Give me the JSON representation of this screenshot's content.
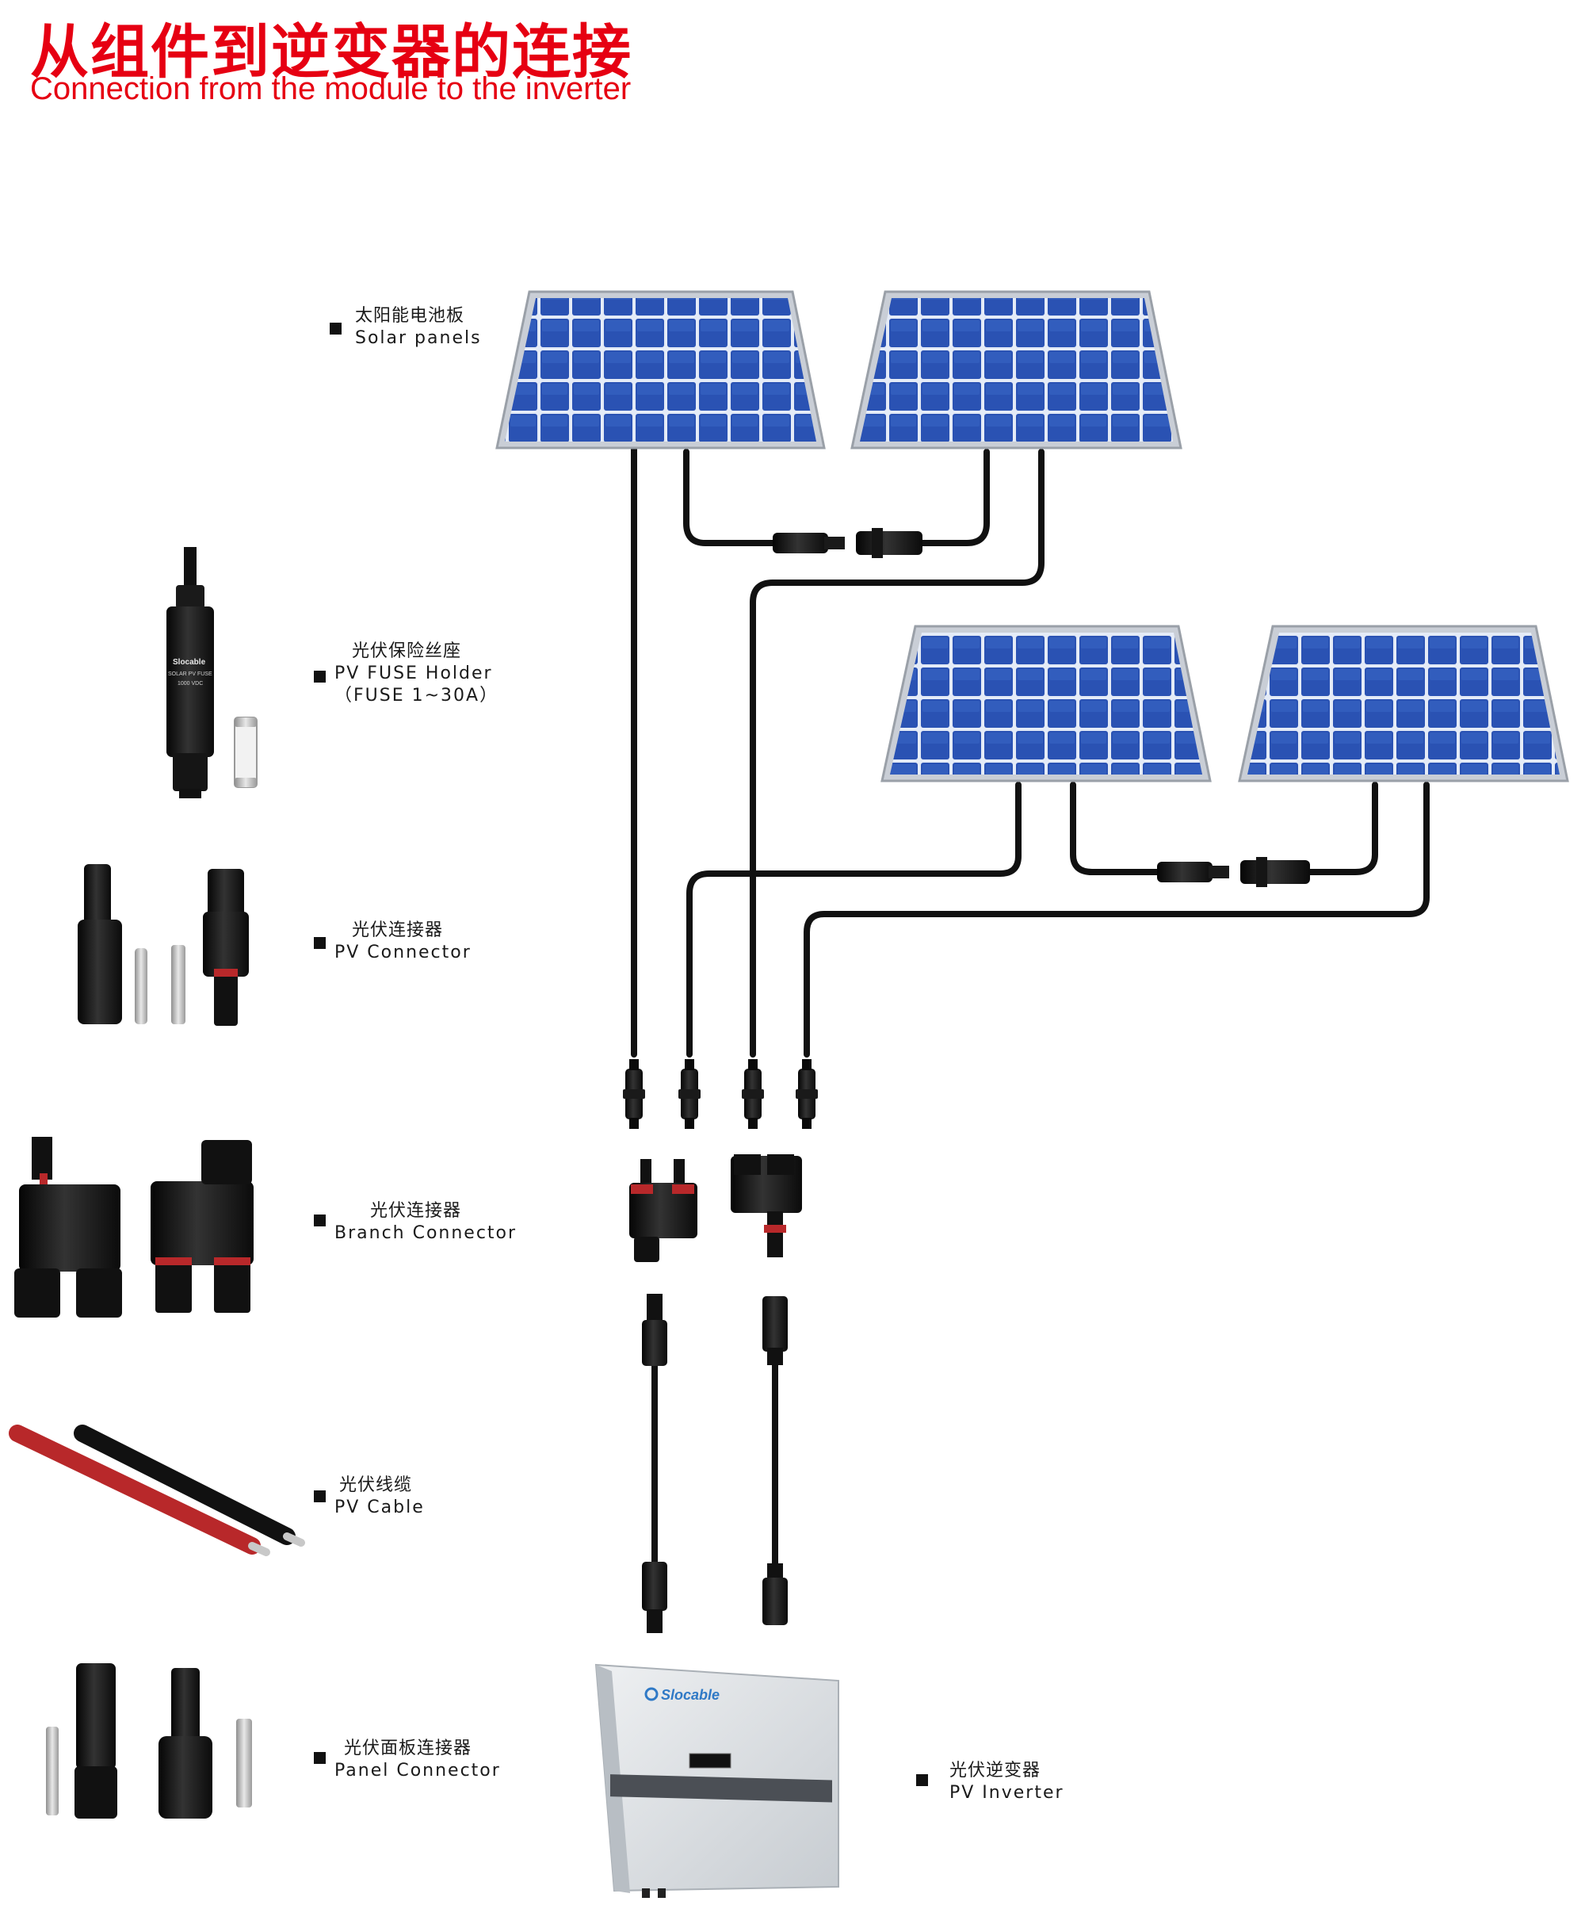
{
  "header": {
    "title_cn": "从组件到逆变器的连接",
    "title_en": "Connection from the module to the inverter"
  },
  "labels": {
    "solar_panels": {
      "cn": "太阳能电池板",
      "en": "Solar panels"
    },
    "fuse_holder": {
      "cn": "光伏保险丝座",
      "en": "PV FUSE Holder",
      "sub": "（FUSE 1~30A）"
    },
    "pv_connector": {
      "cn": "光伏连接器",
      "en": "PV Connector"
    },
    "branch_connector": {
      "cn": "光伏连接器",
      "en": "Branch Connector"
    },
    "pv_cable": {
      "cn": "光伏线缆",
      "en": "PV Cable"
    },
    "panel_connector": {
      "cn": "光伏面板连接器",
      "en": "Panel Connector"
    },
    "pv_inverter": {
      "cn": "光伏逆变器",
      "en": "PV Inverter"
    }
  },
  "product_text": {
    "brand": "Slocable",
    "fuse_body": "SOLAR PV FUSE",
    "fuse_rating": "1000 VDC"
  },
  "colors": {
    "title": "#e60012",
    "panel_cell": "#2a52b3",
    "panel_grid": "#dde6f5",
    "cable": "#111111",
    "cable_red": "#b8282a",
    "inverter_body": "#d9dde1",
    "brand_blue": "#2f79c6"
  }
}
